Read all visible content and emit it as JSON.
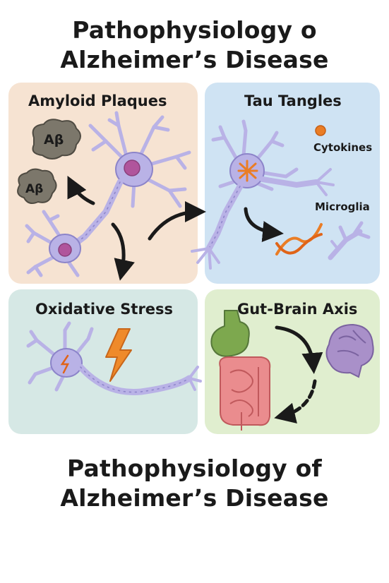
{
  "title_top": {
    "line1": "Pathophysiology o",
    "line2": "Alzheimer’s Disease"
  },
  "title_bottom": {
    "line1": "Pathophysiology of",
    "line2": "Alzheimer’s Disease"
  },
  "panels": {
    "amyloid": {
      "title": "Amyloid Plaques",
      "plaque_label": "Aβ",
      "color": "#f6e3d2"
    },
    "tau": {
      "title": "Tau Tangles",
      "cytokines": "Cytokines",
      "microglia": "Microglia",
      "color": "#cfe3f3"
    },
    "oxidative": {
      "title": "Oxidative Stress",
      "color": "#d6e8e5"
    },
    "gut": {
      "title": "Gut-Brain Axis",
      "color": "#e0eecf"
    }
  },
  "icons": [
    "neuron-icon",
    "amyloid-plaque-icon",
    "cytokine-icon",
    "tau-tangle-icon",
    "microglia-icon",
    "lightning-bolt-icon",
    "stomach-icon",
    "intestine-icon",
    "brain-icon"
  ],
  "colors": {
    "neuron": "#b9b2e6",
    "neuron_outline": "#8c84c9",
    "nucleus": "#b0559c",
    "plaque": "#7c776b",
    "tangle": "#ea7d25",
    "bolt": "#ef8a2a",
    "stomach": "#7da84e",
    "intestine": "#ea8c8e",
    "brain": "#a990c9",
    "arrow": "#1a1a1a"
  }
}
